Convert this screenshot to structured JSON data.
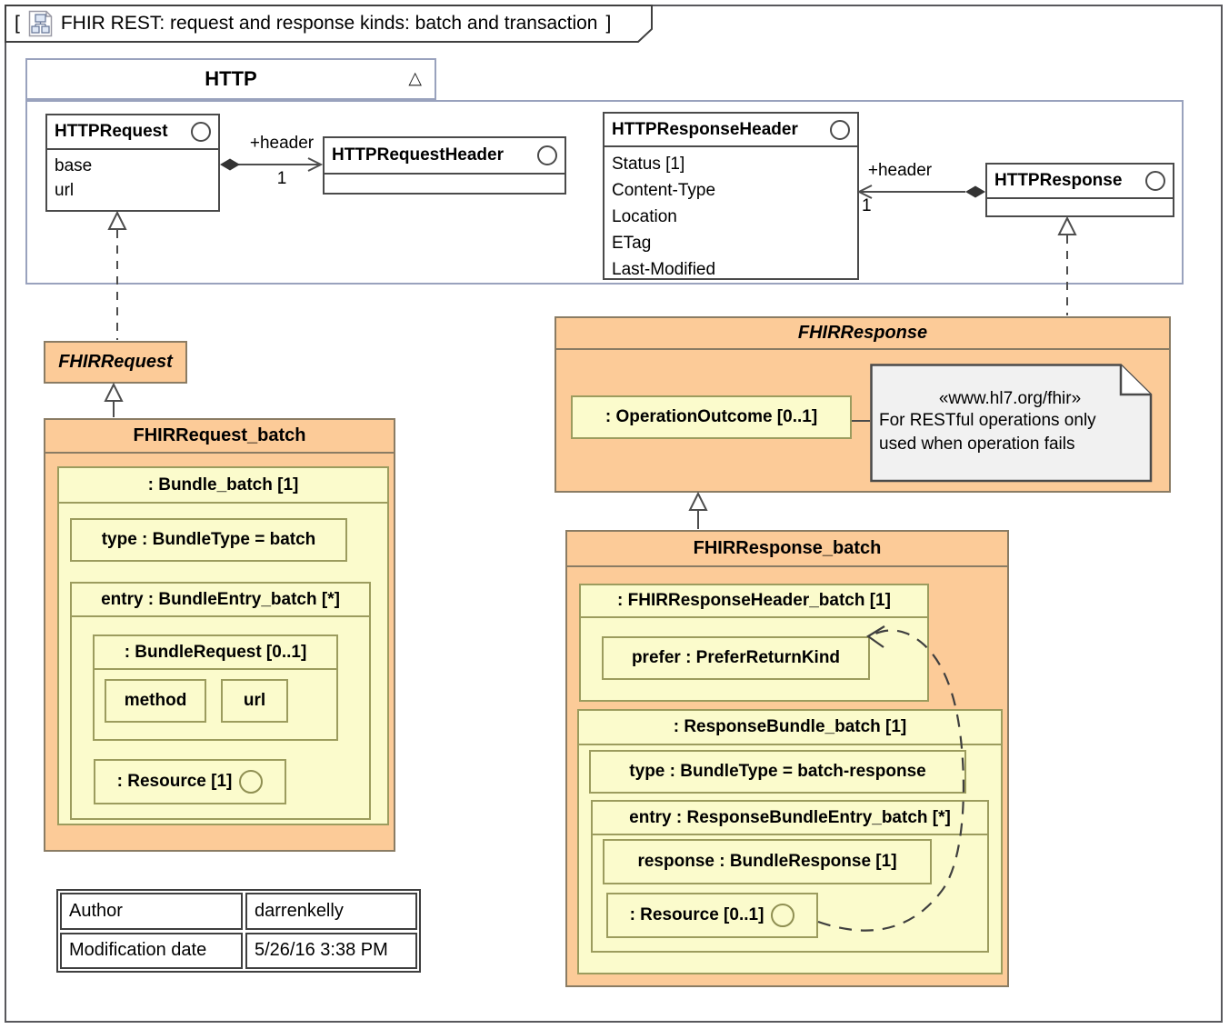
{
  "frame": {
    "bracket_open": "[",
    "bracket_close": "]",
    "title": "FHIR REST: request and response kinds: batch and transaction"
  },
  "http_package": {
    "name": "HTTP",
    "collapse_marker": "△",
    "classes": {
      "http_request": {
        "name": "HTTPRequest",
        "attrs": [
          "base",
          "url"
        ]
      },
      "http_request_header": {
        "name": "HTTPRequestHeader"
      },
      "http_response_header": {
        "name": "HTTPResponseHeader",
        "attrs": [
          "Status [1]",
          "Content-Type",
          "Location",
          "ETag",
          "Last-Modified"
        ]
      },
      "http_response": {
        "name": "HTTPResponse"
      }
    },
    "associations": {
      "request_header": {
        "label": "+header",
        "multiplicity": "1"
      },
      "response_header": {
        "label": "+header",
        "multiplicity": "1"
      }
    }
  },
  "fhir_request": {
    "name": "FHIRRequest"
  },
  "fhir_request_batch": {
    "name": "FHIRRequest_batch",
    "bundle": {
      "label": ": Bundle_batch [1]",
      "type": "type : BundleType = batch",
      "entry": {
        "label": "entry : BundleEntry_batch [*]",
        "bundle_request": {
          "label": ": BundleRequest [0..1]",
          "method": "method",
          "url": "url"
        },
        "resource": ": Resource [1]"
      }
    }
  },
  "fhir_response": {
    "name": "FHIRResponse",
    "operation_outcome": ": OperationOutcome [0..1]",
    "note": {
      "stereotype": "«www.hl7.org/fhir»",
      "line1": "For RESTful operations only",
      "line2": "used when operation fails"
    }
  },
  "fhir_response_batch": {
    "name": "FHIRResponse_batch",
    "header_part": {
      "label": ": FHIRResponseHeader_batch [1]",
      "prefer": "prefer : PreferReturnKind"
    },
    "bundle": {
      "label": ": ResponseBundle_batch [1]",
      "type": "type : BundleType = batch-response",
      "entry": {
        "label": "entry : ResponseBundleEntry_batch [*]",
        "response": "response : BundleResponse [1]",
        "resource": ": Resource [0..1]"
      }
    }
  },
  "info_table": {
    "rows": [
      {
        "key": "Author",
        "value": "darrenkelly"
      },
      {
        "key": "Modification date",
        "value": "5/26/16 3:38 PM"
      }
    ]
  },
  "colors": {
    "orange_fill": "#fccb98",
    "orange_border": "#8a7c64",
    "yellow_fill": "#fbfbcc",
    "yellow_border": "#9c9c5e",
    "note_fill": "#f1f1f1",
    "package_border": "#99a2bd",
    "class_border": "#4a4a4a"
  }
}
